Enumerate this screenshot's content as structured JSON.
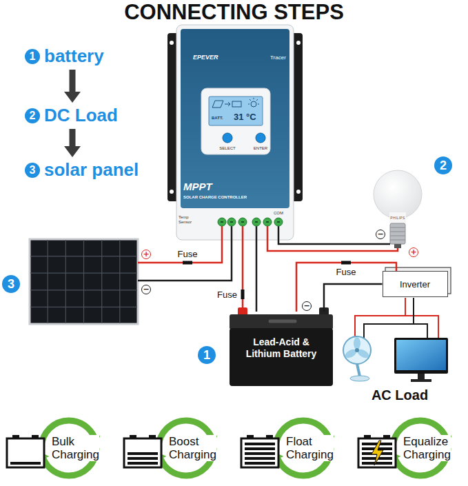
{
  "diagram": {
    "title": "CONNECTING STEPS",
    "nodes": [
      {
        "text": [
          "1",
          "battery"
        ]
      },
      {
        "text": [
          "2",
          "DC Load"
        ]
      },
      {
        "text": [
          "3",
          "solar panel"
        ]
      },
      {
        "text": [
          "EPEVER",
          "Tracer",
          "MPPT",
          "SOLAR CHARGE CONTROLLER"
        ]
      },
      {
        "text": [
          "BATT.",
          "31 °C"
        ],
        "in": 3
      },
      {
        "text": [
          "Inverter"
        ]
      },
      {
        "text": [
          "Lead-Acid & Lithium Battery"
        ]
      }
    ],
    "edges": [
      {
        "from": 0,
        "to": 1,
        "arrow": "to"
      },
      {
        "from": 1,
        "to": 2,
        "arrow": "to"
      },
      {
        "from": 3,
        "to": 6,
        "label": "Fuse",
        "arrow": "none"
      },
      {
        "from": 3,
        "to": 6,
        "arrow": "none"
      },
      {
        "from": 6,
        "to": 5,
        "label": "Fuse",
        "arrow": "none"
      },
      {
        "from": 6,
        "to": 5,
        "arrow": "none"
      }
    ],
    "labels": [
      "SELECT",
      "ENTER",
      "Temp Sensor",
      "COM",
      "2",
      "PHILIPS",
      "−",
      "+",
      "3",
      "+",
      "−",
      "Fuse",
      "−",
      "1",
      "AC Load",
      "Bulk Charging",
      "Boost Charging",
      "Float Charging",
      "Equalize Charging"
    ]
  }
}
